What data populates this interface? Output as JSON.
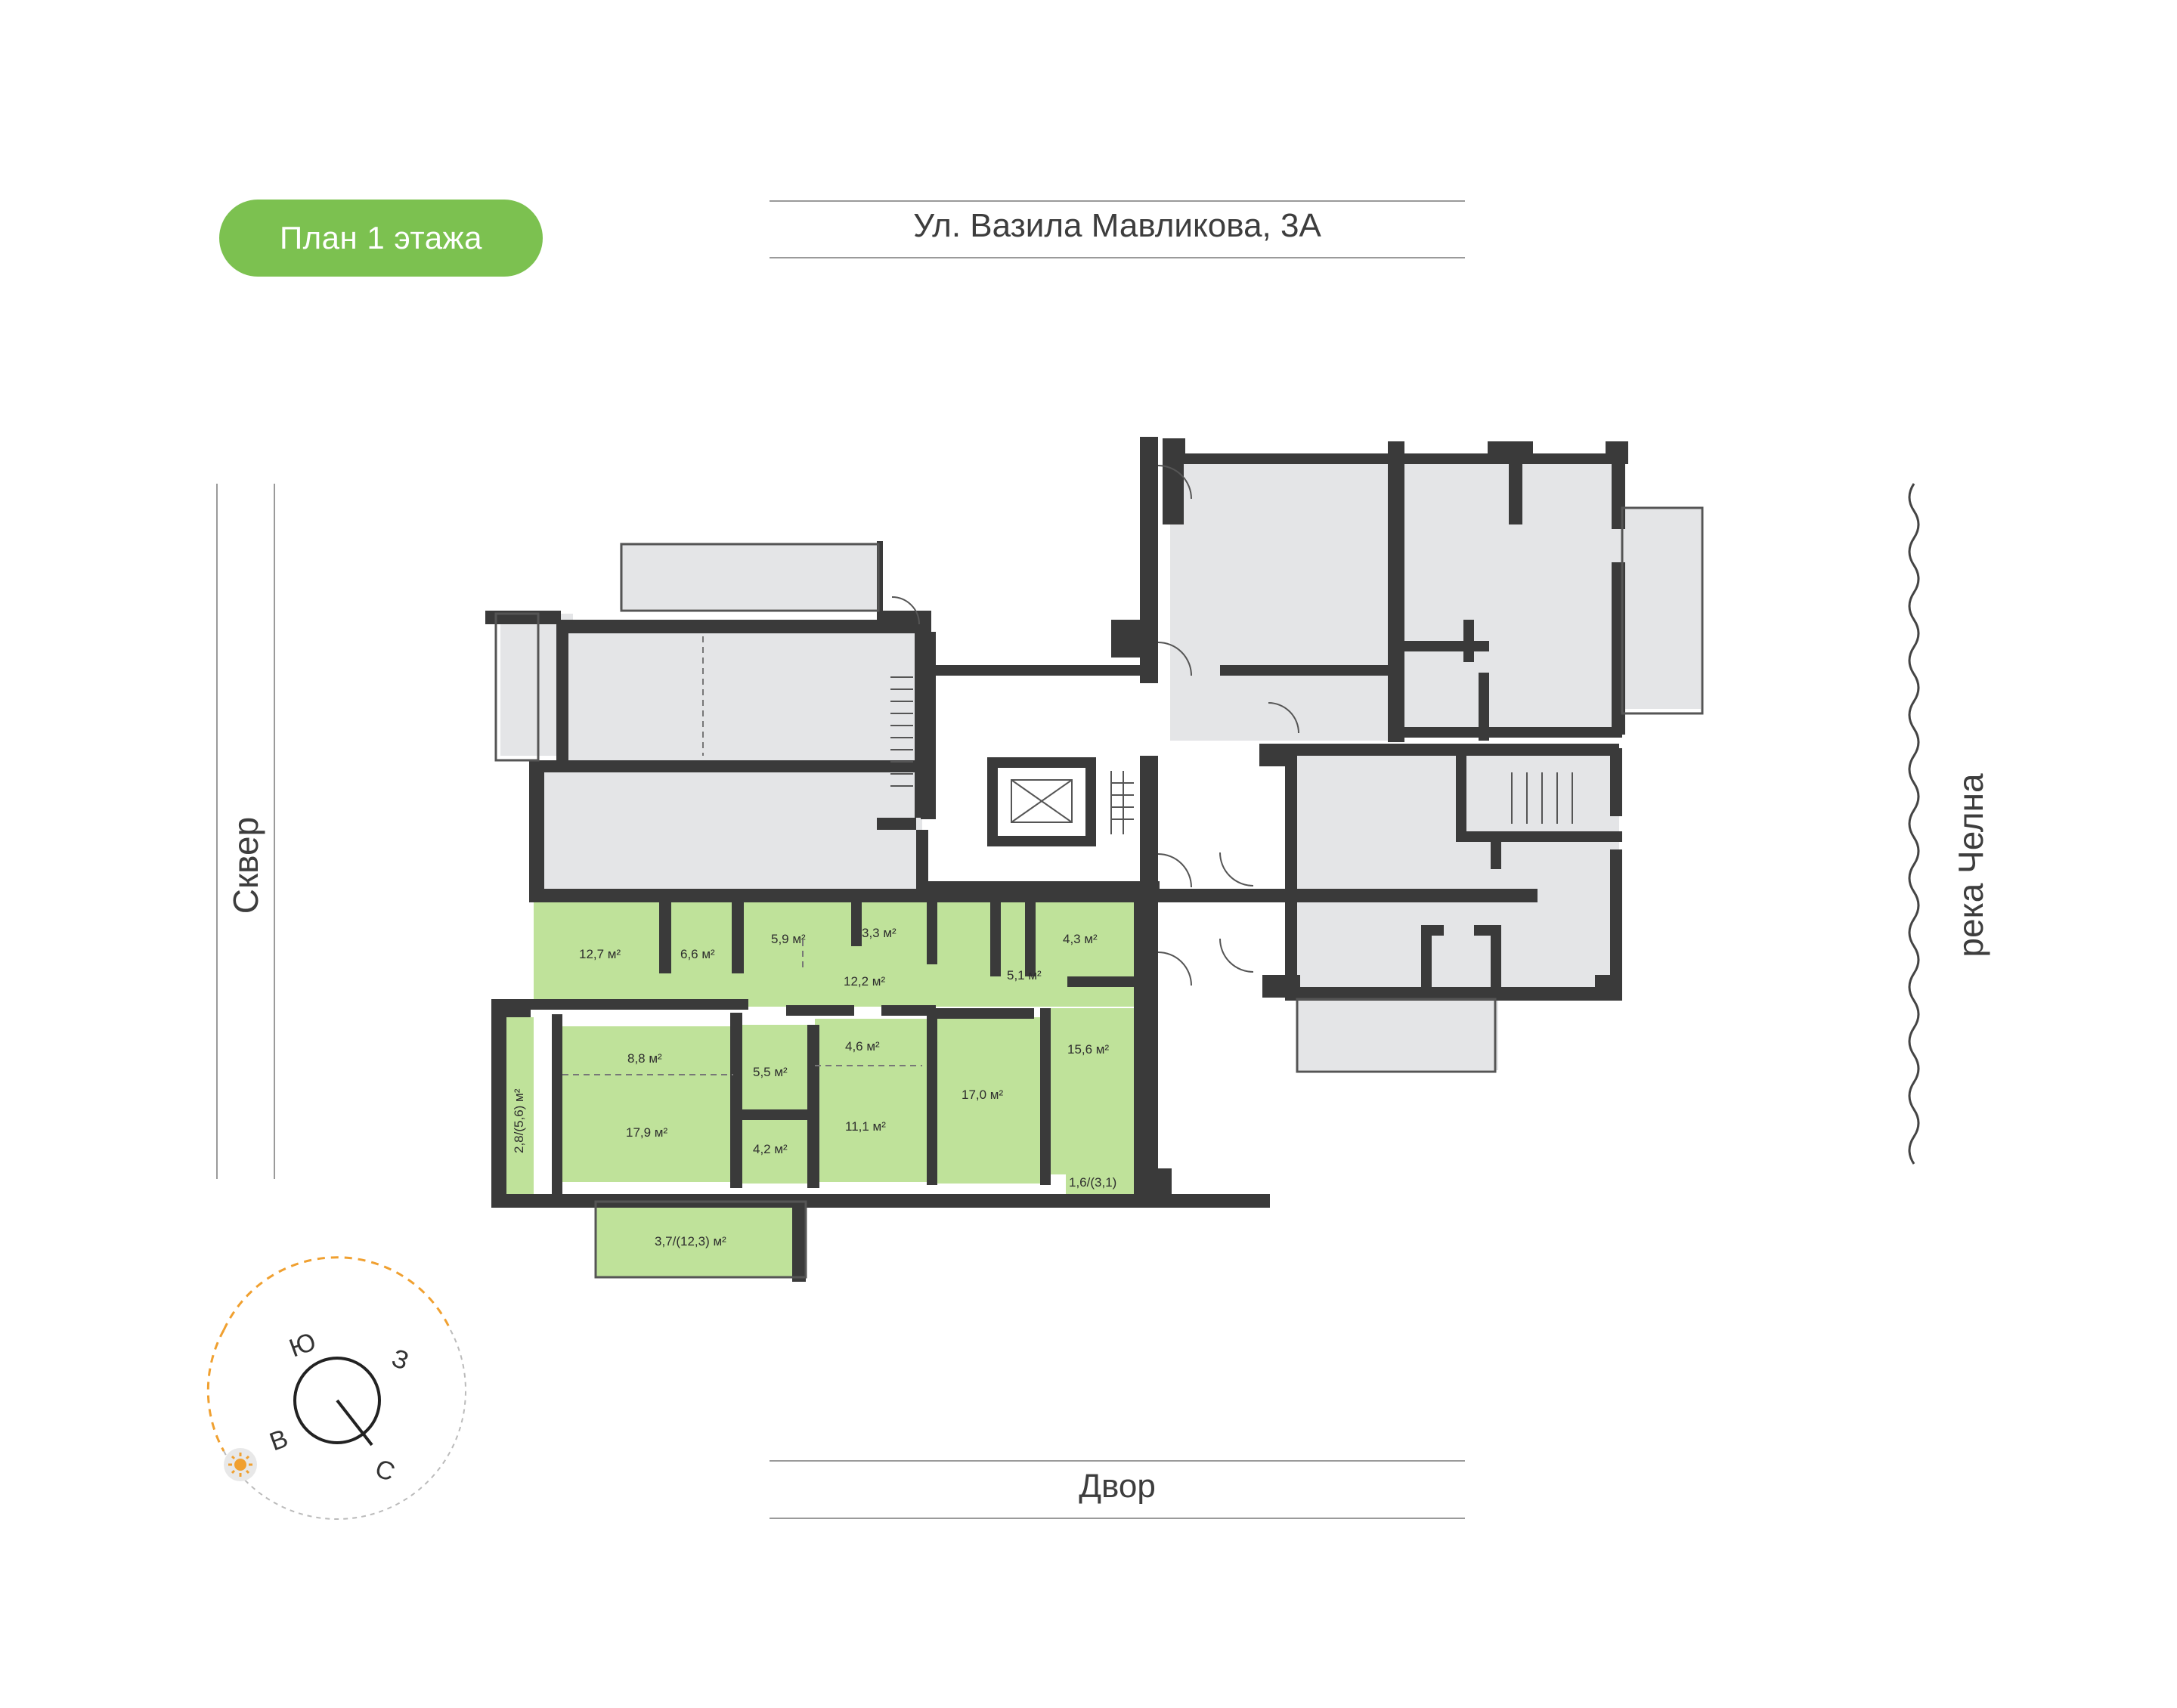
{
  "header": {
    "floor_badge": "План 1 этажа",
    "street_top": "Ул. Вазила Мавликова, 3А",
    "street_bottom": "Двор",
    "side_left": "Сквер",
    "side_right": "река Челна"
  },
  "compass": {
    "north": "С",
    "south": "Ю",
    "east": "В",
    "west": "З",
    "sun_icon": "sun-icon"
  },
  "rooms": {
    "r1": "12,7 м²",
    "r2": "6,6 м²",
    "r3": "5,9 м²",
    "r4": "3,3 м²",
    "r5": "4,3 м²",
    "r6": "12,2 м²",
    "r7": "5,1 м²",
    "r8": "8,8 м²",
    "r9": "5,5 м²",
    "r10": "4,6 м²",
    "r11": "15,6 м²",
    "r12": "17,0 м²",
    "r13": "17,9 м²",
    "r14": "11,1 м²",
    "r15": "4,2 м²",
    "r16": "1,6/(3,1)",
    "r17": "3,7/(12,3) м²",
    "r18": "2,8/(5,6) м²"
  },
  "colors": {
    "accent": "#7cc150",
    "room_fill": "#bfe29a",
    "gray_fill": "#e4e5e7",
    "wall": "#3a3a3a",
    "compass_arc": "#f0a030"
  }
}
